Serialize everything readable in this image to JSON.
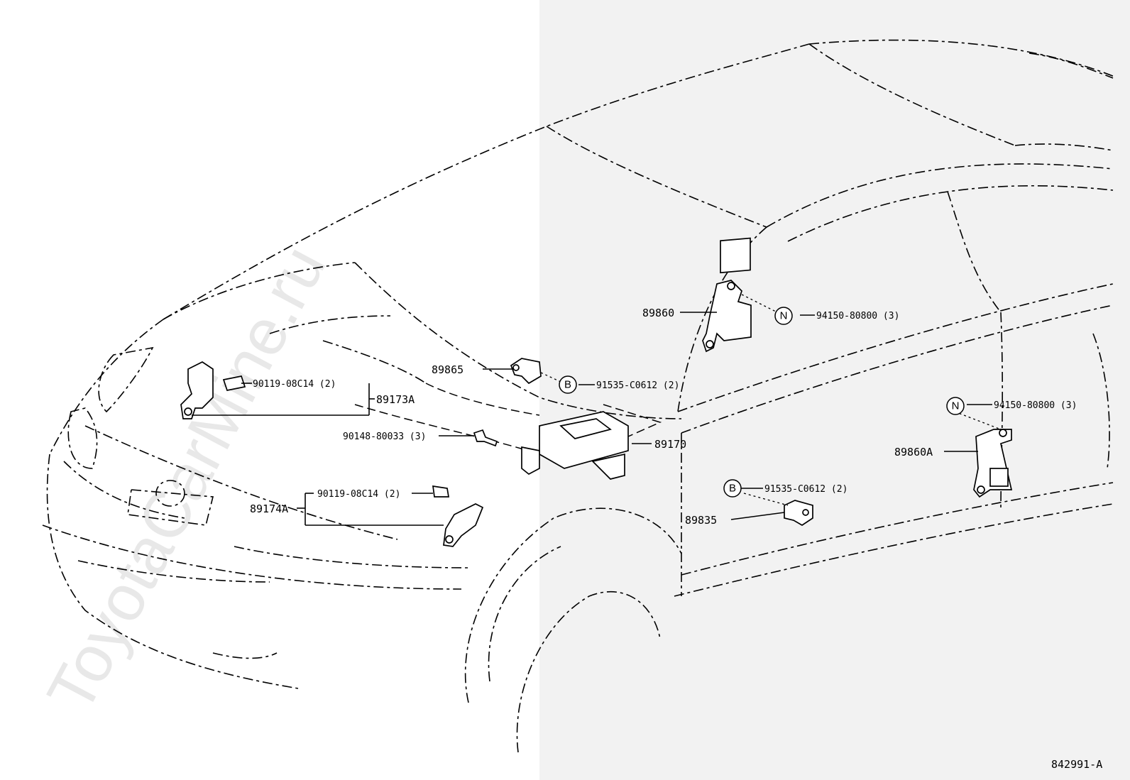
{
  "watermark": "ToyotaCarMine.ru",
  "diagram_code": "842991-A",
  "parts": {
    "p89860": "89860",
    "p89860A": "89860A",
    "p89865": "89865",
    "p89173A": "89173A",
    "p89174A": "89174A",
    "p89170": "89170",
    "p89835": "89835"
  },
  "fasteners": {
    "f1": "94150-80800 (3)",
    "f2": "94150-80800 (3)",
    "f3": "91535-C0612 (2)",
    "f4": "91535-C0612 (2)",
    "f5": "90119-08C14 (2)",
    "f6": "90119-08C14 (2)",
    "f7": "90148-80033 (3)"
  },
  "markers": {
    "N": "N",
    "B": "B"
  }
}
